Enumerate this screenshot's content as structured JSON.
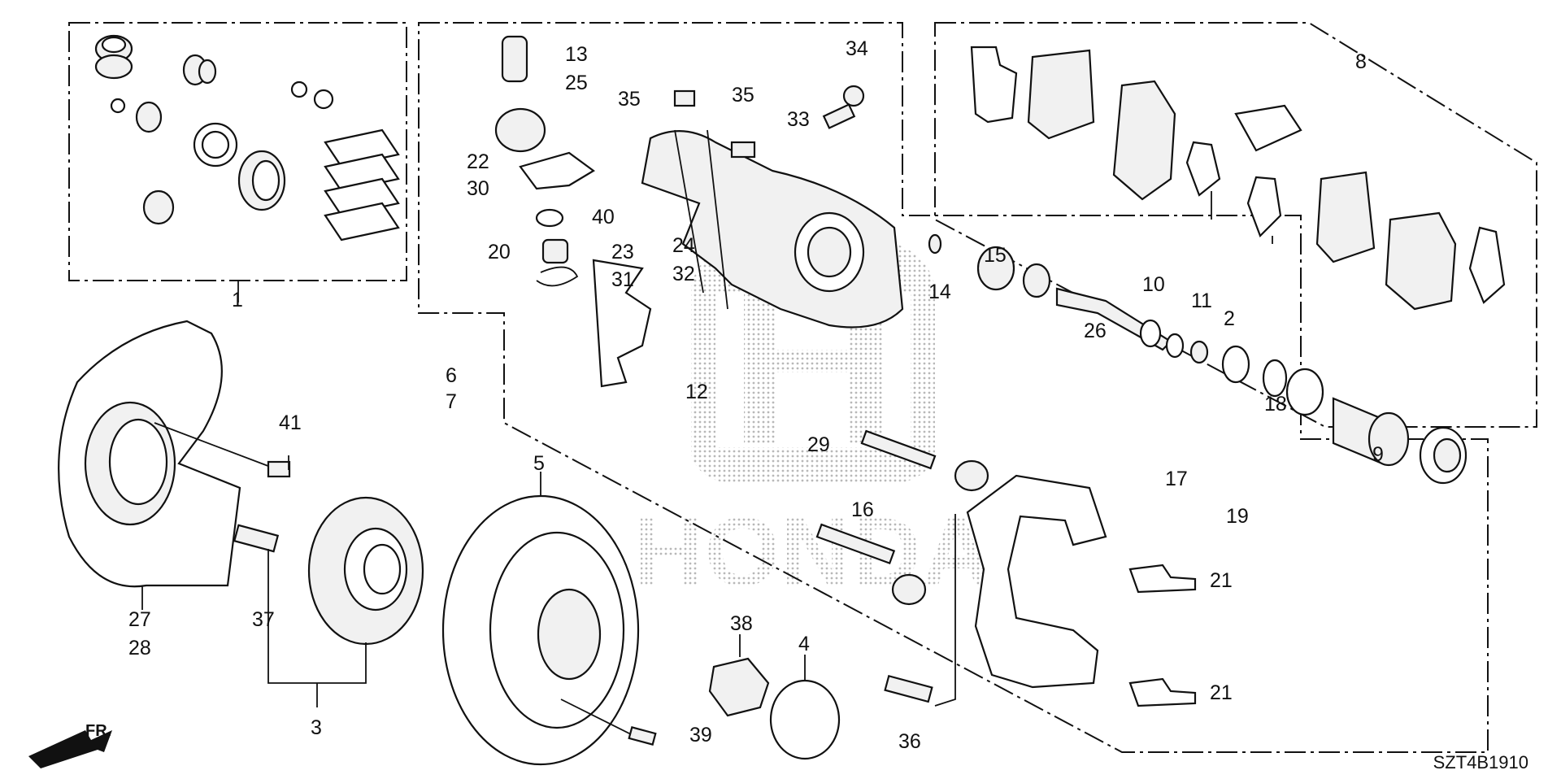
{
  "diagram": {
    "callouts": {
      "c1": "1",
      "c2": "2",
      "c3": "3",
      "c4": "4",
      "c5": "5",
      "c6": "6",
      "c7": "7",
      "c8": "8",
      "c9": "9",
      "c10": "10",
      "c11": "11",
      "c12": "12",
      "c13": "13",
      "c14": "14",
      "c15": "15",
      "c16": "16",
      "c17": "17",
      "c18": "18",
      "c19": "19",
      "c20": "20",
      "c21a": "21",
      "c21b": "21",
      "c22": "22",
      "c23": "23",
      "c24": "24",
      "c25": "25",
      "c26": "26",
      "c27": "27",
      "c28": "28",
      "c29": "29",
      "c30": "30",
      "c31": "31",
      "c32": "32",
      "c33": "33",
      "c34": "34",
      "c35a": "35",
      "c35b": "35",
      "c36": "36",
      "c37": "37",
      "c38": "38",
      "c39": "39",
      "c40": "40",
      "c41": "41"
    },
    "direction_label": "FR.",
    "diagram_code": "SZT4B1910",
    "watermark_text": "HONDA",
    "colors": {
      "ink": "#111111",
      "paper": "#ffffff",
      "part_fill": "#f1f1f1",
      "watermark_dots": "#b8b8b8"
    }
  }
}
